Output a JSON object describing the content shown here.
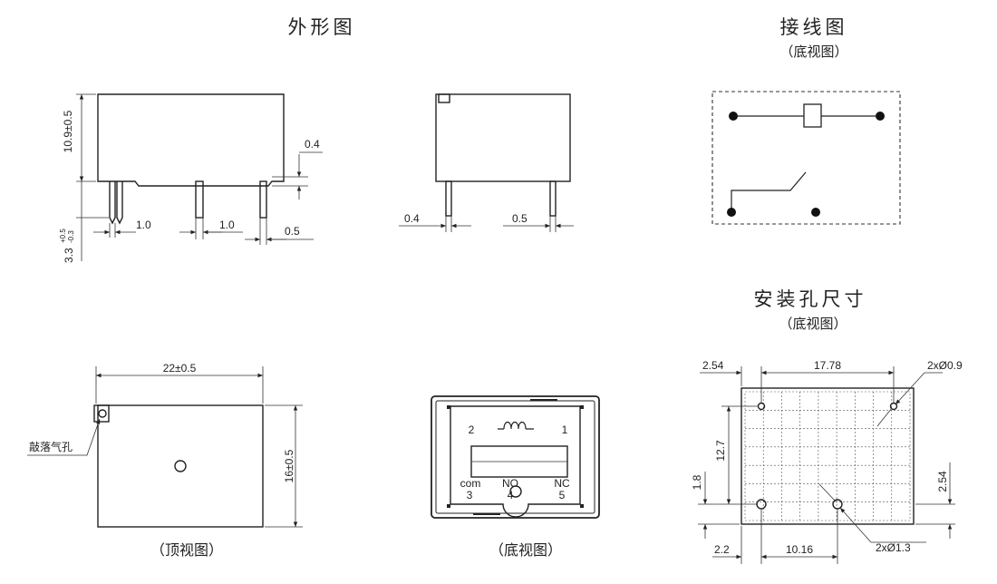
{
  "titles": {
    "outline": "外形图",
    "wiring": "接线图",
    "wiring_sub": "（底视图）",
    "mounting": "安装孔尺寸",
    "mounting_sub": "（底视图）"
  },
  "side_view": {
    "height": "10.9±0.5",
    "pin_length": "3.3",
    "pin_tol_plus": "+0.5",
    "pin_tol_minus": "-0.3",
    "pin_thickness": "0.4",
    "pin_width_a": "1.0",
    "pin_width_b": "1.0",
    "pin_width_c": "0.5"
  },
  "end_view": {
    "pin_thickness": "0.4",
    "pin_width": "0.5"
  },
  "top_view": {
    "length": "22±0.5",
    "width": "16±0.5",
    "vent_label": "敲落气孔",
    "caption": "（顶视图）"
  },
  "bottom_view": {
    "pins": [
      "2",
      "1",
      "com",
      "3",
      "NO",
      "4",
      "NC",
      "5"
    ],
    "caption": "（底视图）"
  },
  "mounting_holes": {
    "pitch_x": "17.78",
    "offset_x": "2.54",
    "pitch_y": "12.7",
    "offset_y": "1.8",
    "offset_right": "2.54",
    "edge_x": "2.2",
    "pitch_x2": "10.16",
    "hole_small": "2xØ0.9",
    "hole_large": "2xØ1.3"
  }
}
